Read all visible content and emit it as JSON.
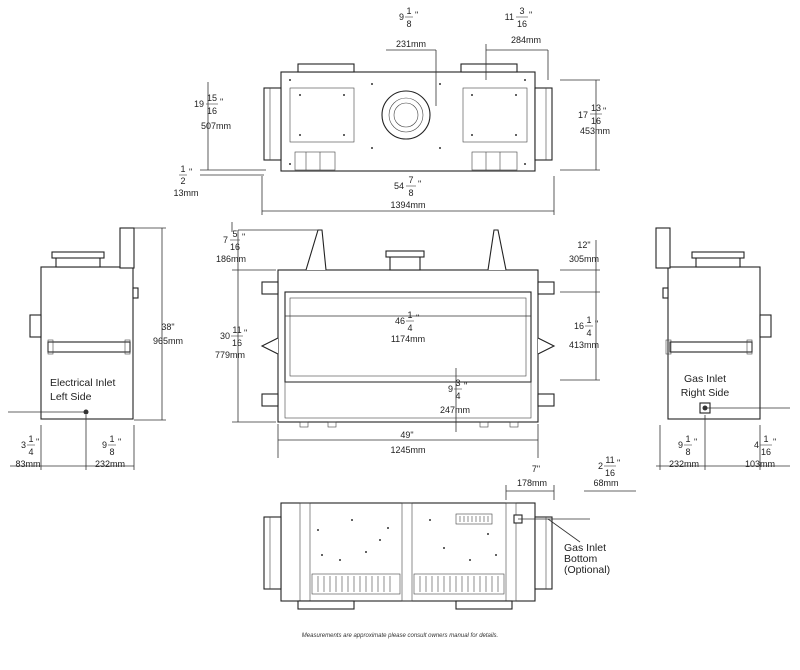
{
  "views": {
    "top": {
      "flue_offset": {
        "whole": "9",
        "num": "1",
        "den": "8",
        "unit": "\"",
        "mm": "231mm"
      },
      "flue_offset_right": {
        "whole": "11",
        "num": "3",
        "den": "16",
        "unit": "\"",
        "mm": "284mm"
      },
      "depth_left": {
        "whole": "19",
        "num": "15",
        "den": "16",
        "unit": "\"",
        "mm": "507mm"
      },
      "depth_right": {
        "whole": "17",
        "num": "13",
        "den": "16",
        "unit": "\"",
        "mm": "453mm"
      },
      "base_offset": {
        "whole": "",
        "num": "1",
        "den": "2",
        "unit": "\"",
        "mm": "13mm"
      },
      "overall_width": {
        "whole": "54",
        "num": "7",
        "den": "8",
        "unit": "\"",
        "mm": "1394mm"
      }
    },
    "front": {
      "top_stand": {
        "whole": "7",
        "num": "5",
        "den": "16",
        "unit": "\"",
        "mm": "186mm"
      },
      "top_right": {
        "whole": "12\"",
        "num": "",
        "den": "",
        "unit": "",
        "mm": "305mm"
      },
      "height": {
        "whole": "30",
        "num": "11",
        "den": "16",
        "unit": "\"",
        "mm": "779mm"
      },
      "opening_width": {
        "whole": "46",
        "num": "1",
        "den": "4",
        "unit": "\"",
        "mm": "1174mm"
      },
      "opening_height": {
        "whole": "16",
        "num": "1",
        "den": "4",
        "unit": "\"",
        "mm": "413mm"
      },
      "base_height": {
        "whole": "9",
        "num": "3",
        "den": "4",
        "unit": "\"",
        "mm": "247mm"
      },
      "width": {
        "whole": "49\"",
        "num": "",
        "den": "",
        "unit": "",
        "mm": "1245mm"
      }
    },
    "left": {
      "height": {
        "whole": "38\"",
        "mm": "965mm"
      },
      "inlet_label": [
        "Electrical Inlet",
        "Left Side"
      ],
      "inlet_offset": {
        "whole": "3",
        "num": "1",
        "den": "4",
        "unit": "\"",
        "mm": "83mm"
      },
      "depth": {
        "whole": "9",
        "num": "1",
        "den": "8",
        "unit": "\"",
        "mm": "232mm"
      }
    },
    "right": {
      "inlet_label": [
        "Gas Inlet",
        "Right Side"
      ],
      "depth": {
        "whole": "9",
        "num": "1",
        "den": "8",
        "unit": "\"",
        "mm": "232mm"
      },
      "inlet_offset": {
        "whole": "4",
        "num": "1",
        "den": "16",
        "unit": "\"",
        "mm": "103mm"
      }
    },
    "bottom": {
      "offset": {
        "whole": "7\"",
        "mm": "178mm"
      },
      "inlet_offset": {
        "whole": "2",
        "num": "11",
        "den": "16",
        "unit": "\"",
        "mm": "68mm"
      },
      "inlet_label": [
        "Gas Inlet",
        "Bottom",
        "(Optional)"
      ]
    }
  },
  "footer_note": "Measurements are approximate please consult owners manual for details."
}
